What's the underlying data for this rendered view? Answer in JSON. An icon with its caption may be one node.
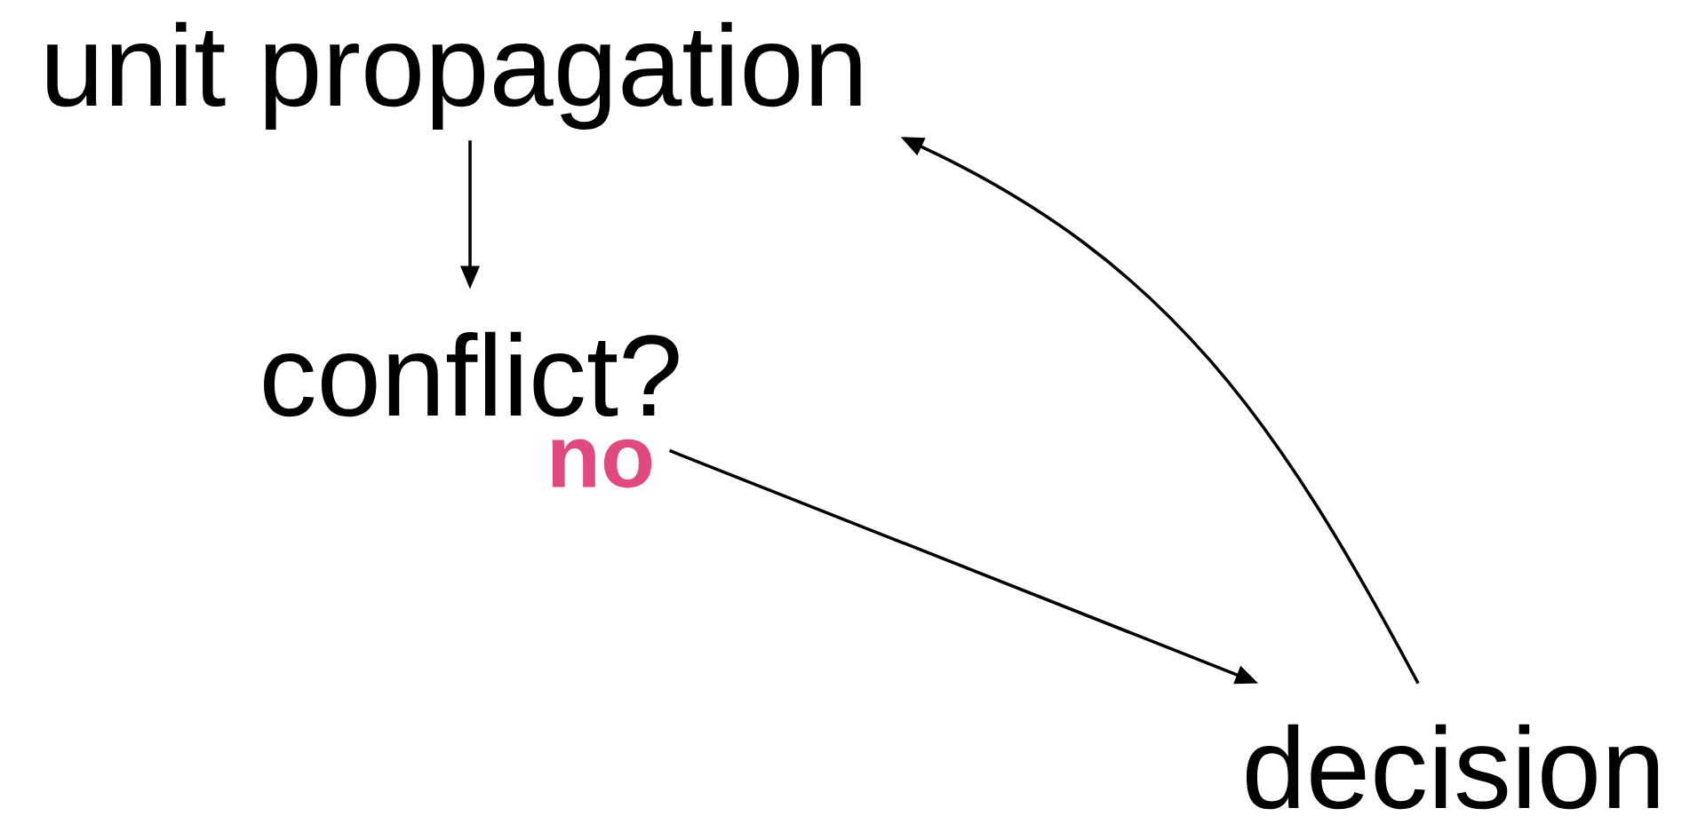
{
  "diagram": {
    "nodes": [
      {
        "text": [
          "unit propagation"
        ]
      },
      {
        "text": [
          "conflict?"
        ]
      },
      {
        "text": [
          "decision"
        ]
      }
    ],
    "edges": [
      {
        "from": 0,
        "to": 1,
        "arrow": "to"
      },
      {
        "from": 1,
        "to": 2,
        "arrow": "to",
        "label": "no"
      },
      {
        "from": 2,
        "to": 0,
        "arrow": "to"
      }
    ]
  }
}
